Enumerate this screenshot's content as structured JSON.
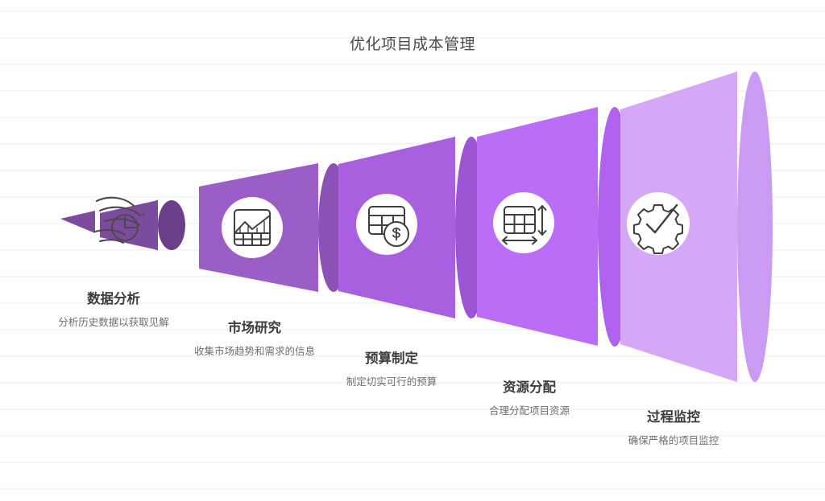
{
  "chart_data": {
    "type": "funnel",
    "title": "优化项目成本管理",
    "orientation": "horizontal-expanding",
    "stage_count": 5,
    "stages": [
      {
        "index": 1,
        "title": "数据分析",
        "desc": "分析历史数据以获取见解",
        "icon": "speed-clock-icon",
        "color": "#7d4b9e",
        "cap_color": "#6b3f8a",
        "has_icon_badge": false
      },
      {
        "index": 2,
        "title": "市场研究",
        "desc": "收集市场趋势和需求的信息",
        "icon": "chart-table-icon",
        "color": "#9b5ec6",
        "cap_color": "#8d52b8",
        "has_icon_badge": true
      },
      {
        "index": 3,
        "title": "预算制定",
        "desc": "制定切实可行的预算",
        "icon": "table-dollar-icon",
        "color": "#a85fe0",
        "cap_color": "#9d55d6",
        "has_icon_badge": true
      },
      {
        "index": 4,
        "title": "资源分配",
        "desc": "合理分配项目资源",
        "icon": "table-resize-icon",
        "color": "#bb6ef5",
        "cap_color": "#b062ee",
        "has_icon_badge": true
      },
      {
        "index": 5,
        "title": "过程监控",
        "desc": "确保严格的项目监控",
        "icon": "gear-check-icon",
        "color": "#d4a8f7",
        "cap_color": "#cb9bf4",
        "has_icon_badge": true
      }
    ],
    "title_color": "#4a4a4a",
    "label_title_color": "#3d3d3d",
    "label_desc_color": "#6e6e6e",
    "background_color": "#ffffff",
    "rule_line_color": "#f0f0f0"
  }
}
